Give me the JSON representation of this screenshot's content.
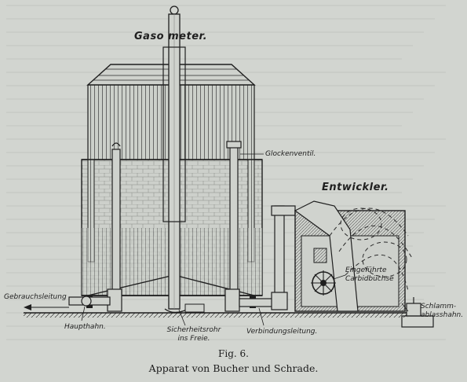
{
  "figure": {
    "labels": {
      "gasometer": "Gaso meter.",
      "entwickler": "Entwickler.",
      "glockenventil": "Glockenventil.",
      "gebrauchsleitung": "Gebrauchsleitung",
      "haupthahn": "Haupthahn.",
      "sicherheitsrohr_line1": "Sicherheitsrohr",
      "sicherheitsrohr_line2": "ins Freie.",
      "verbindungsleitung": "Verbindungsleitung.",
      "schlamm_line1": "Schlamm-",
      "schlamm_line2": "ablasshahn.",
      "carbid_line1": "Eingeführte",
      "carbid_line2": "Carbidbüchse"
    },
    "caption": {
      "number": "Fig. 6.",
      "title": "Apparat von Bucher und Schrade."
    }
  },
  "colors": {
    "paper": "#d2d5d0",
    "ink": "#1f1f1f"
  }
}
